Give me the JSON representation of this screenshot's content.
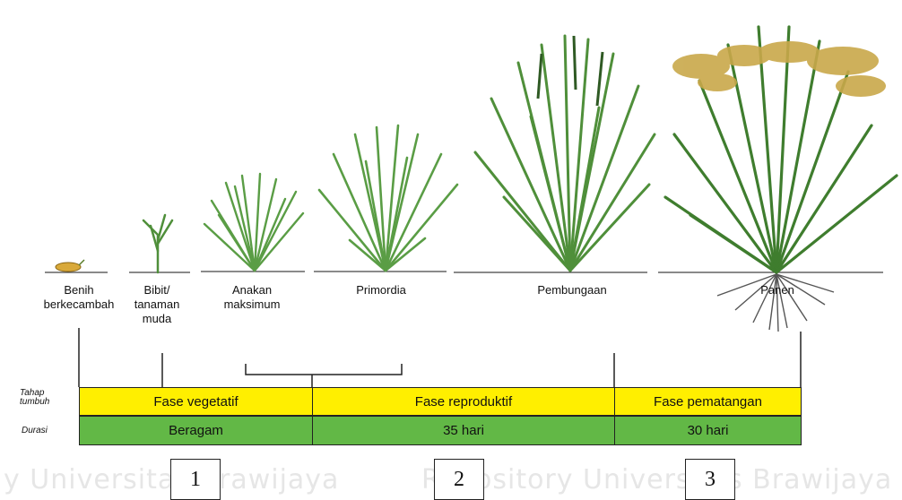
{
  "stages": [
    {
      "label": "Benih\nberkecambah"
    },
    {
      "label": "Bibit/\ntanaman\nmuda"
    },
    {
      "label": "Anakan\nmaksimum"
    },
    {
      "label": "Primordia"
    },
    {
      "label": "Pembungaan"
    },
    {
      "label": "Panen"
    }
  ],
  "rows": {
    "tahap_label": "Tahap\ntumbuh",
    "durasi_label": "Durasi"
  },
  "phases": [
    {
      "name": "Fase vegetatif",
      "duration": "Beragam"
    },
    {
      "name": "Fase reproduktif",
      "duration": "35 hari"
    },
    {
      "name": "Fase pematangan",
      "duration": "30 hari"
    }
  ],
  "numbers": [
    "1",
    "2",
    "3"
  ],
  "watermark": {
    "left": "y Universitas Brawijaya",
    "mid": "Repository Universitas Brawijaya"
  },
  "colors": {
    "phase_yellow": "#ffef00",
    "duration_green": "#62b846",
    "leaf_green": "#4f8f3a",
    "grain_gold": "#c9a84a"
  }
}
